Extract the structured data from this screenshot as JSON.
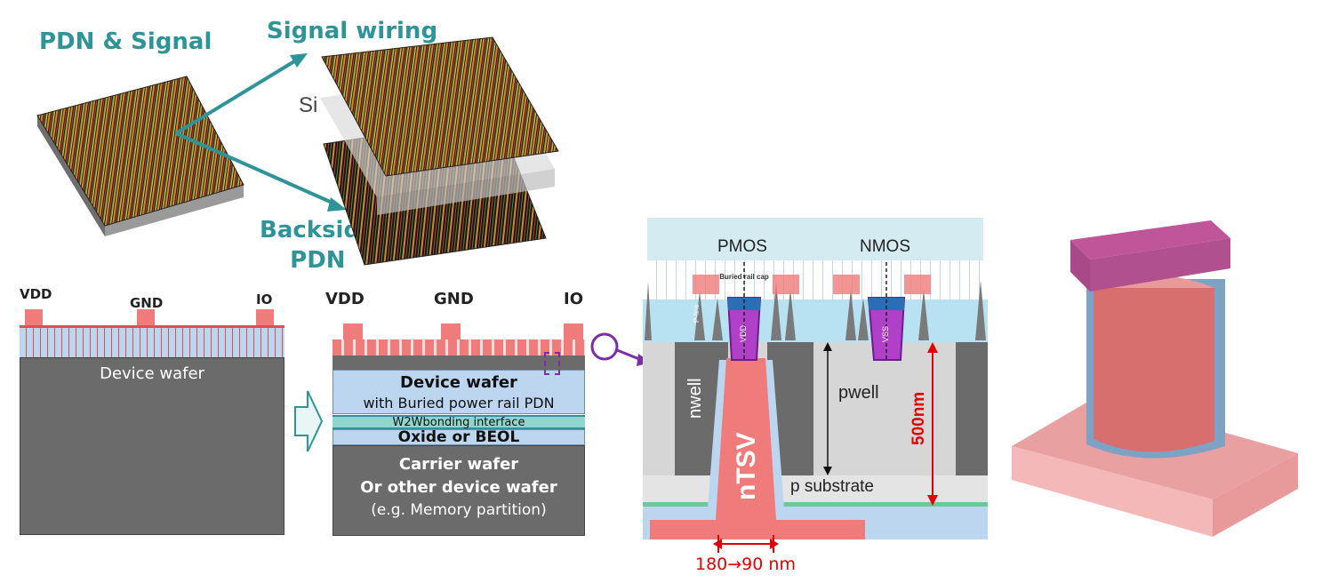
{
  "top": {
    "pdn_signal_label": "PDN & Signal",
    "signal_wiring_label": "Signal wiring",
    "si_label": "Si",
    "backside_label_line1": "Backside",
    "backside_label_line2": "PDN"
  },
  "wafer_left": {
    "vdd": "VDD",
    "gnd": "GND",
    "io": "IO",
    "device_wafer": "Device wafer"
  },
  "wafer_right": {
    "vdd": "VDD",
    "gnd": "GND",
    "io": "IO",
    "device_wafer": "Device wafer",
    "device_wafer_sub": "with Buried power rail PDN",
    "bonding": "W2Wbonding interface",
    "oxide": "Oxide or BEOL",
    "carrier_line1": "Carrier wafer",
    "carrier_line2": "Or other device wafer",
    "carrier_line3": "(e.g. Memory partition)"
  },
  "cross_section": {
    "pmos": "PMOS",
    "nmos": "NMOS",
    "buried_rail_cap": "Buried rail cap",
    "p_fins": "P-fins",
    "vdd": "VDD",
    "vss": "VSS",
    "nwell": "nwell",
    "pwell": "pwell",
    "p_substrate": "p substrate",
    "ntsv": "nTSV",
    "height": "500nm",
    "width": "180→90 nm"
  },
  "colors": {
    "teal": "#2e9497",
    "wafer_grey": "#6b6b6b",
    "metal_red": "#f07b7b",
    "light_blue": "#bcd6f0",
    "purple": "#7b2fa5",
    "dimension_red": "#e00000"
  }
}
